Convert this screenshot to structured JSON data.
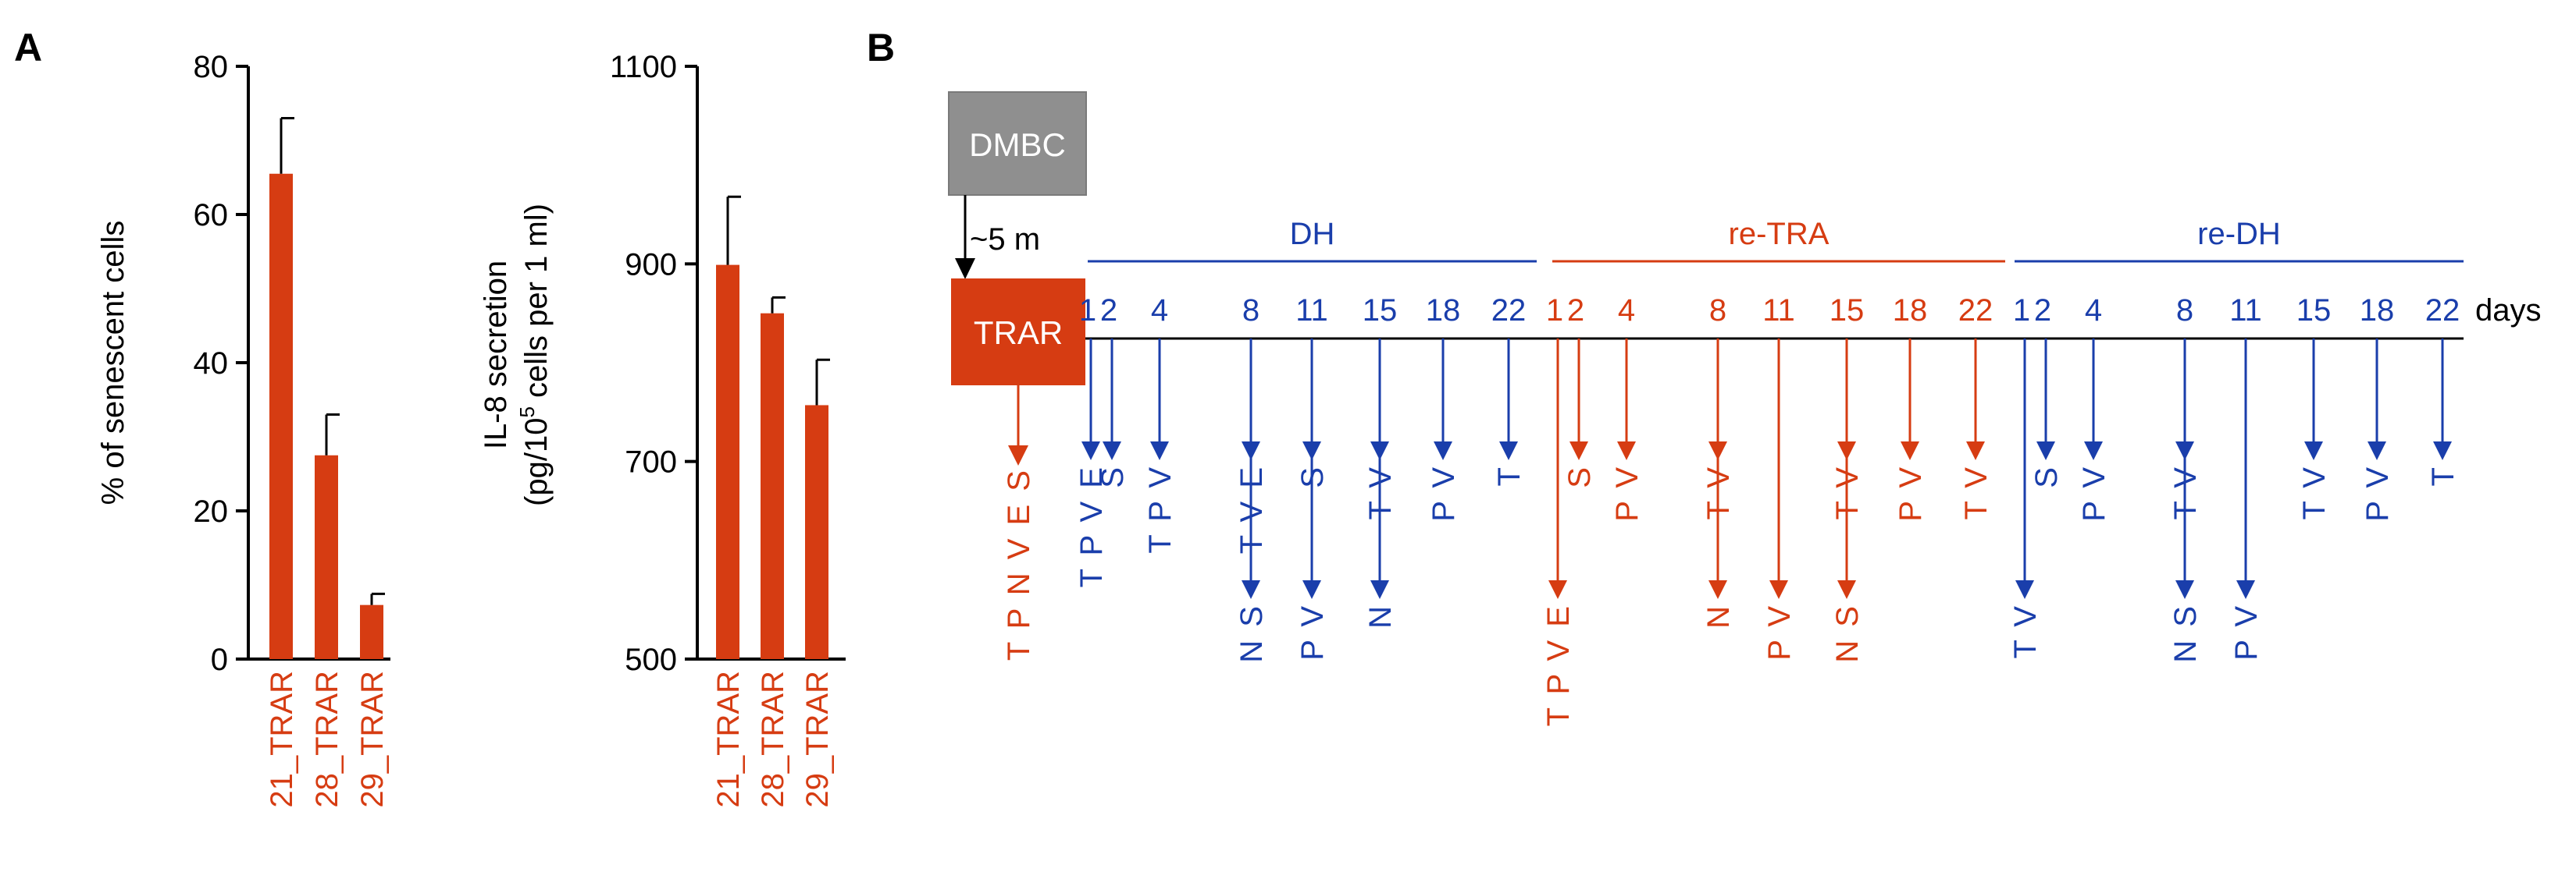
{
  "panels": {
    "a": "A",
    "b": "B"
  },
  "colors": {
    "accent": "#d63c12",
    "blue": "#1a3eab",
    "black": "#000000",
    "dmbc_fill": "#8f8f8f"
  },
  "chart_data": [
    {
      "type": "bar",
      "categories": [
        "21_TRAR",
        "28_TRAR",
        "29_TRAR"
      ],
      "values": [
        65.5,
        27.5,
        7.3
      ],
      "errors": [
        7.5,
        5.5,
        1.5
      ],
      "title": "",
      "xlabel": "",
      "ylabel": "% of senescent cells",
      "ylim": [
        0,
        80
      ],
      "yticks": [
        "0",
        "20",
        "40",
        "60",
        "80"
      ],
      "grid": false
    },
    {
      "type": "bar",
      "categories": [
        "21_TRAR",
        "28_TRAR",
        "29_TRAR"
      ],
      "values": [
        899,
        850,
        757
      ],
      "errors": [
        69,
        16,
        46
      ],
      "title": "",
      "xlabel": "",
      "ylabel_line1": "IL-8 secretion",
      "ylabel_line2_prefix": "(pg/10",
      "ylabel_line2_sup": "5",
      "ylabel_line2_suffix": " cells per 1 ml)",
      "ylim": [
        500,
        1100
      ],
      "yticks": [
        "500",
        "700",
        "900",
        "1100"
      ],
      "grid": false
    }
  ],
  "timeline": {
    "dmbc_label": "DMBC",
    "trar_label": "TRAR",
    "interval_label": "~5 m",
    "days_label": "days",
    "trar_samples": "T P N V E S",
    "phases": [
      {
        "name": "DH",
        "color": "blue",
        "days": [
          "1",
          "2",
          "4",
          "8",
          "11",
          "15",
          "18",
          "22"
        ],
        "samples": [
          {
            "day": "1",
            "text": "T P V E",
            "level": 1
          },
          {
            "day": "2",
            "text": "S",
            "level": 1
          },
          {
            "day": "4",
            "text": "T P V",
            "level": 1
          },
          {
            "day": "8",
            "text": "T V E",
            "level": 1
          },
          {
            "day": "8",
            "text": "N S",
            "level": 2
          },
          {
            "day": "11",
            "text": "S",
            "level": 1
          },
          {
            "day": "11",
            "text": "P V",
            "level": 2
          },
          {
            "day": "15",
            "text": "T V",
            "level": 1
          },
          {
            "day": "15",
            "text": "N",
            "level": 2
          },
          {
            "day": "18",
            "text": "P V",
            "level": 1
          },
          {
            "day": "22",
            "text": "T",
            "level": 1
          }
        ]
      },
      {
        "name": "re-TRA",
        "color": "accent",
        "days": [
          "1",
          "2",
          "4",
          "8",
          "11",
          "15",
          "18",
          "22"
        ],
        "samples": [
          {
            "day": "1",
            "text": "T P V E",
            "level": 2
          },
          {
            "day": "2",
            "text": "S",
            "level": 1
          },
          {
            "day": "4",
            "text": "P V",
            "level": 1
          },
          {
            "day": "8",
            "text": "T V",
            "level": 1
          },
          {
            "day": "8",
            "text": "N",
            "level": 2
          },
          {
            "day": "11",
            "text": "P V",
            "level": 2
          },
          {
            "day": "15",
            "text": "T V",
            "level": 1
          },
          {
            "day": "15",
            "text": "N S",
            "level": 2
          },
          {
            "day": "18",
            "text": "P V",
            "level": 1
          },
          {
            "day": "22",
            "text": "T V",
            "level": 1
          }
        ]
      },
      {
        "name": "re-DH",
        "color": "blue",
        "days": [
          "1",
          "2",
          "4",
          "8",
          "11",
          "15",
          "18",
          "22"
        ],
        "samples": [
          {
            "day": "1",
            "text": "T V",
            "level": 2
          },
          {
            "day": "2",
            "text": "S",
            "level": 1
          },
          {
            "day": "4",
            "text": "P V",
            "level": 1
          },
          {
            "day": "8",
            "text": "T V",
            "level": 1
          },
          {
            "day": "8",
            "text": "N S",
            "level": 2
          },
          {
            "day": "11",
            "text": "P V",
            "level": 2
          },
          {
            "day": "15",
            "text": "T V",
            "level": 1
          },
          {
            "day": "18",
            "text": "P V",
            "level": 1
          },
          {
            "day": "22",
            "text": "T",
            "level": 1
          }
        ]
      }
    ]
  }
}
